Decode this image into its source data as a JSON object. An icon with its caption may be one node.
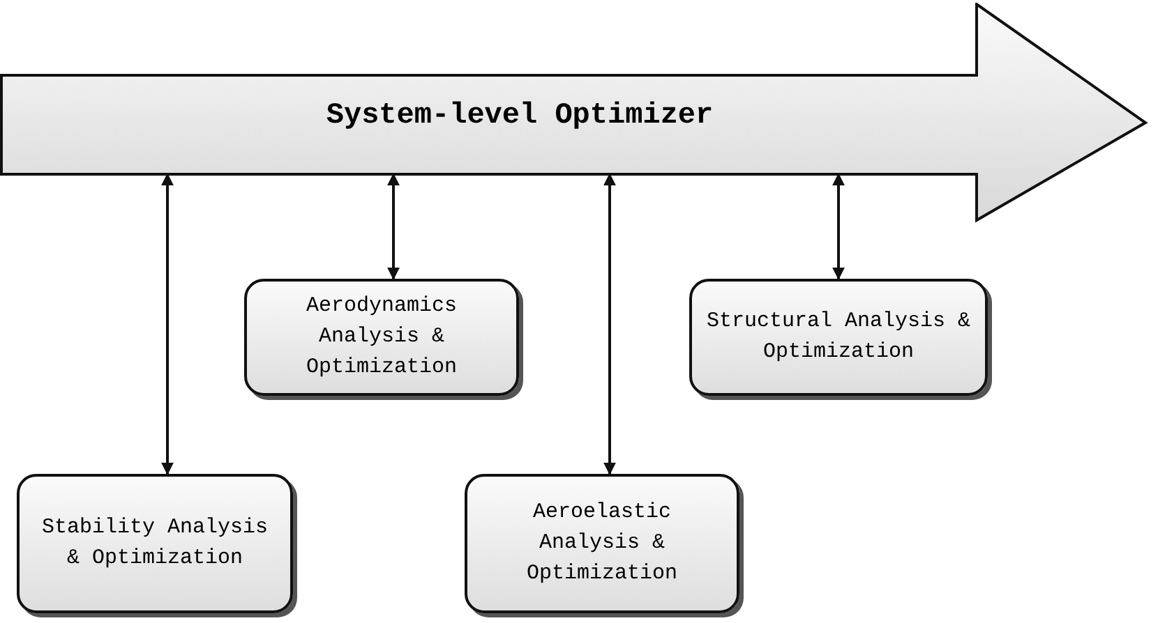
{
  "diagram": {
    "nodes": [
      {
        "text": [
          "System-level Optimizer"
        ]
      },
      {
        "text": [
          "Aerodynamics Analysis & Optimization"
        ]
      },
      {
        "text": [
          "Structural Analysis & Optimization"
        ]
      },
      {
        "text": [
          "Stability Analysis & Optimization"
        ]
      },
      {
        "text": [
          "Aeroelastic Analysis & Optimization"
        ]
      }
    ],
    "edges": [
      {
        "from": 0,
        "to": 3,
        "arrow": "both"
      },
      {
        "from": 0,
        "to": 1,
        "arrow": "both"
      },
      {
        "from": 0,
        "to": 4,
        "arrow": "both"
      },
      {
        "from": 0,
        "to": 2,
        "arrow": "both"
      }
    ]
  }
}
